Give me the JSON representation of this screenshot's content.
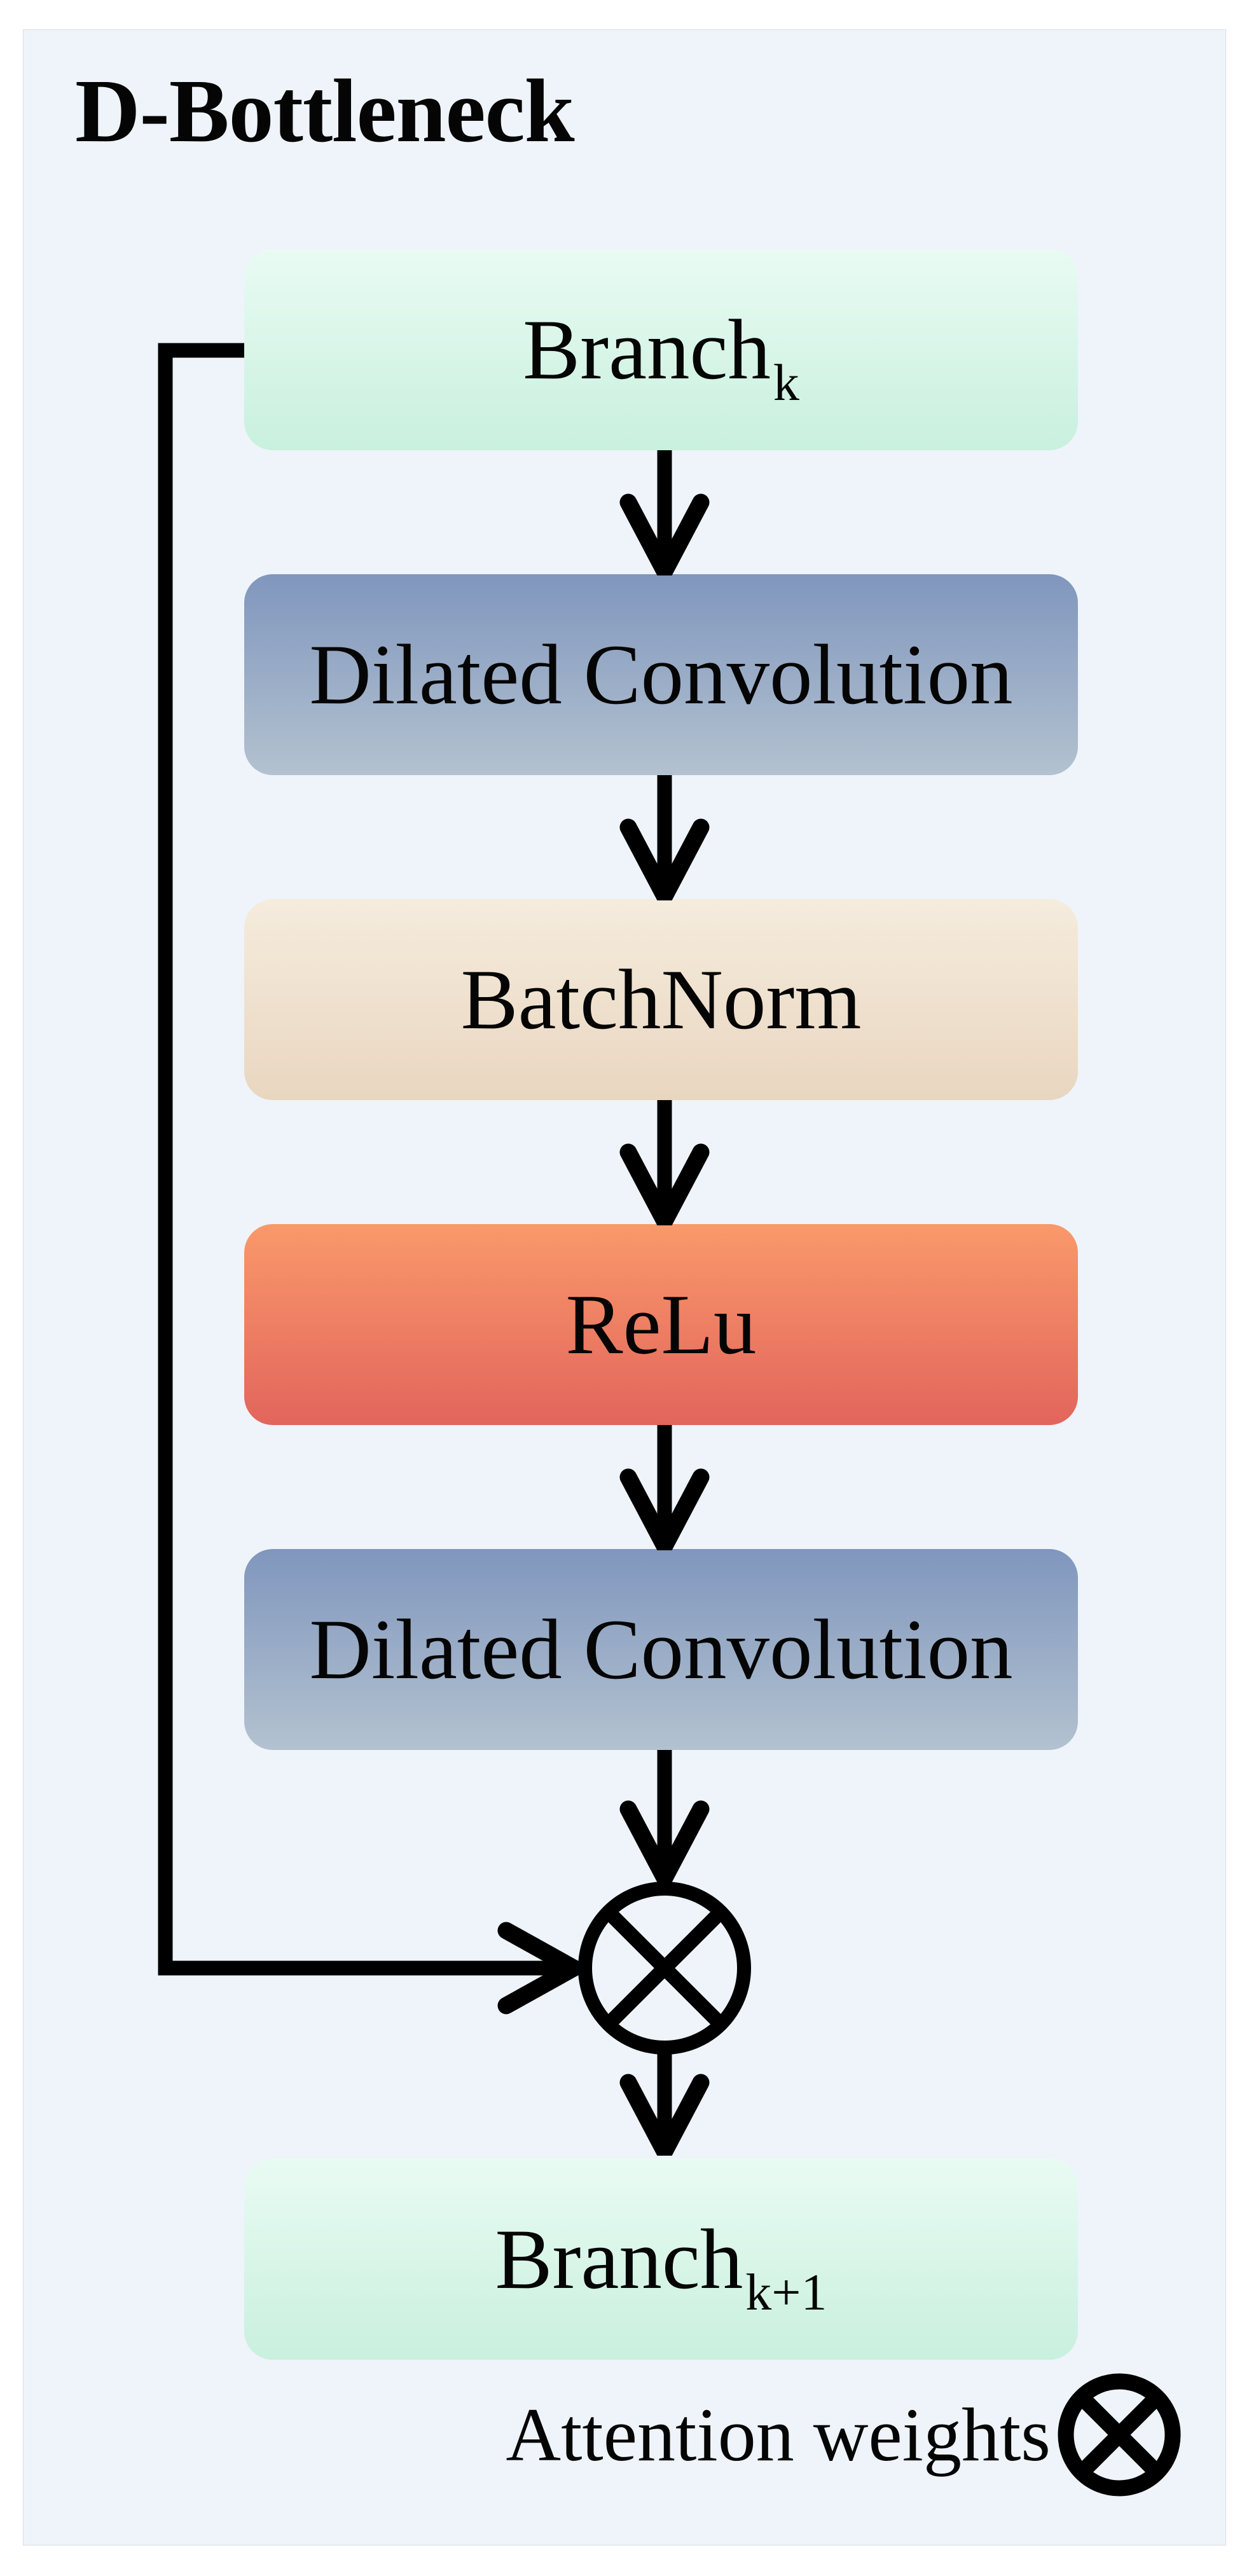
{
  "title": "D-Bottleneck",
  "diagram": {
    "nodes": [
      {
        "id": "branch-k",
        "label": "Branch",
        "subscript": "k",
        "type": "branch"
      },
      {
        "id": "dilated-conv-1",
        "label": "Dilated Convolution",
        "subscript": "",
        "type": "conv"
      },
      {
        "id": "batchnorm",
        "label": "BatchNorm",
        "subscript": "",
        "type": "norm"
      },
      {
        "id": "relu",
        "label": "ReLu",
        "subscript": "",
        "type": "relu"
      },
      {
        "id": "dilated-conv-2",
        "label": "Dilated Convolution",
        "subscript": "",
        "type": "conv"
      },
      {
        "id": "branch-k-plus-1",
        "label": "Branch",
        "subscript": "k+1",
        "type": "branch"
      }
    ],
    "operator": {
      "id": "multiply-node",
      "symbol": "circled-times",
      "meaning": "element-wise multiplication by attention weights"
    },
    "skip_connection": "from Branch_k left side down into multiply node"
  },
  "legend": {
    "label": "Attention weights",
    "symbol": "circled-times"
  },
  "colors": {
    "panel-bg": "#eef4f9",
    "ink": "#050505",
    "branch-top": "#e9fbf3",
    "branch-bottom": "#c9f0de",
    "conv-top": "#8096bd",
    "conv-bottom": "#b3c2d0",
    "norm-top": "#f5ecdd",
    "norm-bottom": "#e9d6c0",
    "relu-top": "#f9996b",
    "relu-bottom": "#e2655c",
    "line": "#000000"
  }
}
